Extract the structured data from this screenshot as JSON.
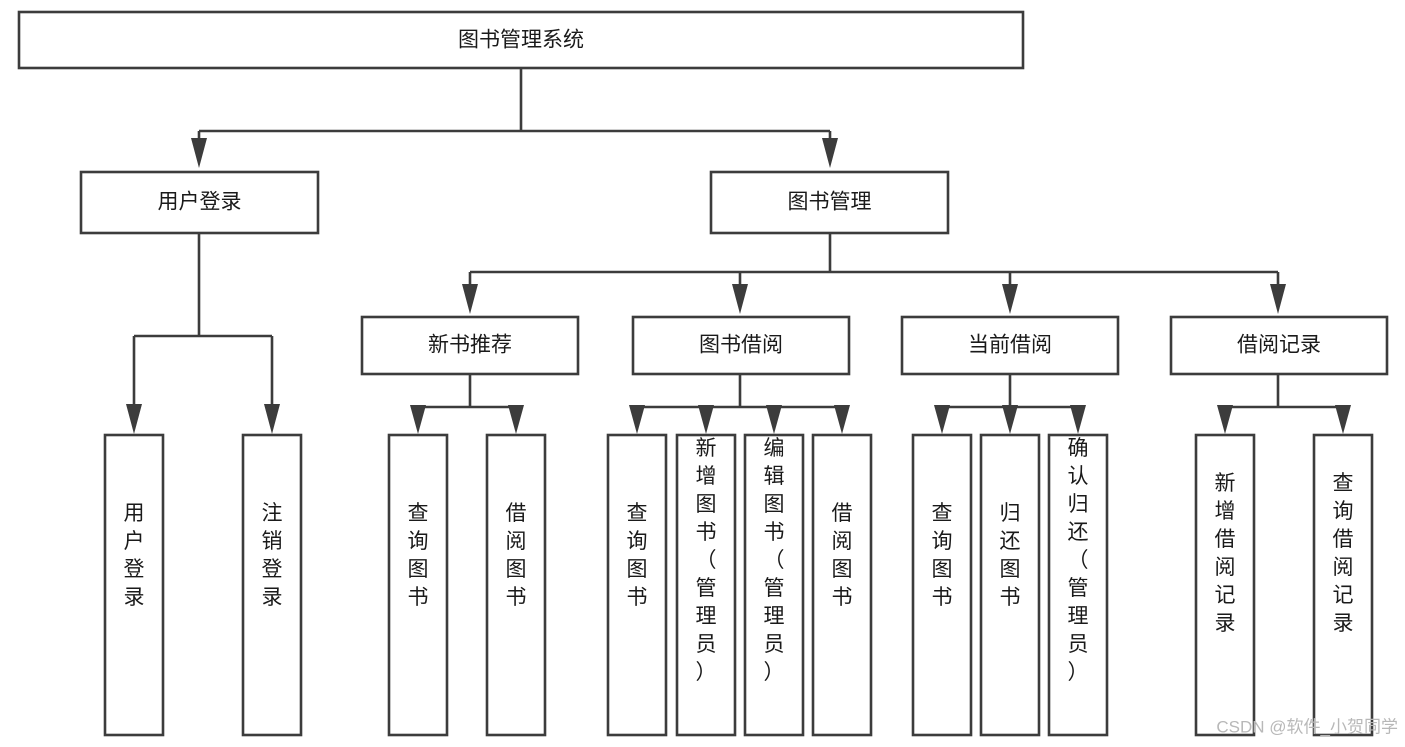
{
  "page": {
    "title": "图书管理系统",
    "watermark": "CSDN @软件_小贺同学",
    "colors": {
      "background": "#ffffff",
      "box_fill": "#ffffff",
      "box_stroke": "#3c3c3c",
      "text": "#1a1a1a",
      "watermark": "#b8b8b8"
    }
  },
  "chart_data": {
    "type": "diagram",
    "diagram_kind": "tree",
    "title": "图书管理系统",
    "orientation": "top-down",
    "levels": 4,
    "nodes": {
      "root": {
        "label": "图书管理系统",
        "level": 0
      },
      "l1_0": {
        "label": "用户登录",
        "level": 1
      },
      "l1_1": {
        "label": "图书管理",
        "level": 1
      },
      "l2_0": {
        "label": "新书推荐",
        "level": 2
      },
      "l2_1": {
        "label": "图书借阅",
        "level": 2
      },
      "l2_2": {
        "label": "当前借阅",
        "level": 2
      },
      "l2_3": {
        "label": "借阅记录",
        "level": 2
      },
      "leaf_0": {
        "label": "用户登录",
        "level": 3
      },
      "leaf_1": {
        "label": "注销登录",
        "level": 3
      },
      "leaf_2": {
        "label": "查询图书",
        "level": 3
      },
      "leaf_3": {
        "label": "借阅图书",
        "level": 3
      },
      "leaf_4": {
        "label": "查询图书",
        "level": 3
      },
      "leaf_5": {
        "label": "新增图书（管理员）",
        "level": 3
      },
      "leaf_6": {
        "label": "编辑图书（管理员）",
        "level": 3
      },
      "leaf_7": {
        "label": "借阅图书",
        "level": 3
      },
      "leaf_8": {
        "label": "查询图书",
        "level": 3
      },
      "leaf_9": {
        "label": "归还图书",
        "level": 3
      },
      "leaf_10": {
        "label": "确认归还（管理员）",
        "level": 3
      },
      "leaf_11": {
        "label": "新增借阅记录",
        "level": 3
      },
      "leaf_12": {
        "label": "查询借阅记录",
        "level": 3
      }
    },
    "edges": [
      {
        "from": "root",
        "to": "l1_0"
      },
      {
        "from": "root",
        "to": "l1_1"
      },
      {
        "from": "l1_0",
        "to": "leaf_0"
      },
      {
        "from": "l1_0",
        "to": "leaf_1"
      },
      {
        "from": "l1_1",
        "to": "l2_0"
      },
      {
        "from": "l1_1",
        "to": "l2_1"
      },
      {
        "from": "l1_1",
        "to": "l2_2"
      },
      {
        "from": "l1_1",
        "to": "l2_3"
      },
      {
        "from": "l2_0",
        "to": "leaf_2"
      },
      {
        "from": "l2_0",
        "to": "leaf_3"
      },
      {
        "from": "l2_1",
        "to": "leaf_4"
      },
      {
        "from": "l2_1",
        "to": "leaf_5"
      },
      {
        "from": "l2_1",
        "to": "leaf_6"
      },
      {
        "from": "l2_1",
        "to": "leaf_7"
      },
      {
        "from": "l2_2",
        "to": "leaf_8"
      },
      {
        "from": "l2_2",
        "to": "leaf_9"
      },
      {
        "from": "l2_2",
        "to": "leaf_10"
      },
      {
        "from": "l2_3",
        "to": "leaf_11"
      },
      {
        "from": "l2_3",
        "to": "leaf_12"
      }
    ]
  },
  "tree": {
    "root": {
      "label": "图书管理系统"
    },
    "level1": [
      {
        "label": "用户登录"
      },
      {
        "label": "图书管理"
      }
    ],
    "level2": [
      {
        "label": "新书推荐"
      },
      {
        "label": "图书借阅"
      },
      {
        "label": "当前借阅"
      },
      {
        "label": "借阅记录"
      }
    ],
    "leaves": [
      {
        "label": "用户登录"
      },
      {
        "label": "注销登录"
      },
      {
        "label": "查询图书"
      },
      {
        "label": "借阅图书"
      },
      {
        "label": "查询图书"
      },
      {
        "label": "新增图书（管理员）"
      },
      {
        "label": "编辑图书（管理员）"
      },
      {
        "label": "借阅图书"
      },
      {
        "label": "查询图书"
      },
      {
        "label": "归还图书"
      },
      {
        "label": "确认归还（管理员）"
      },
      {
        "label": "新增借阅记录"
      },
      {
        "label": "查询借阅记录"
      }
    ]
  }
}
